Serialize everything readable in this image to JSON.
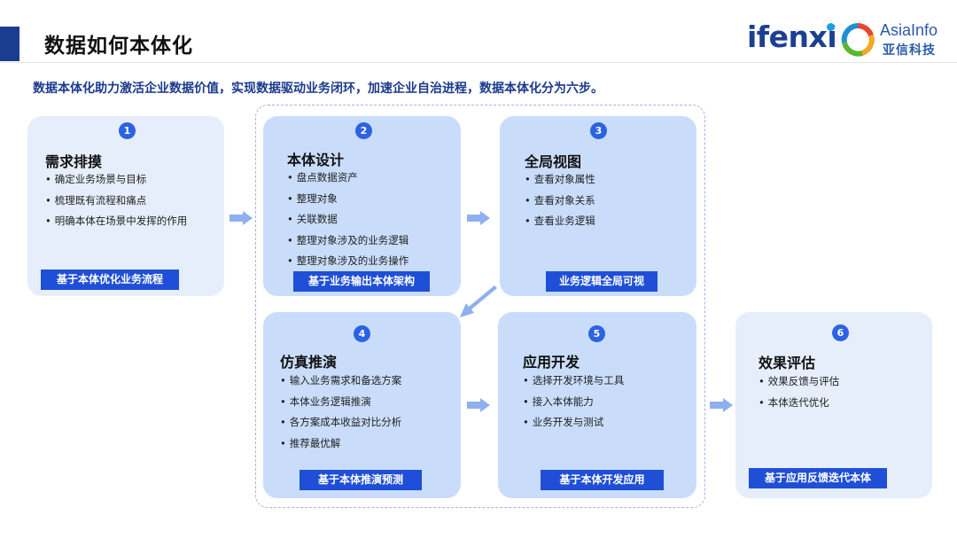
{
  "header": {
    "title": "数据如何本体化",
    "logos": {
      "ifenxi": "ifenxi",
      "asiainfo_en": "AsiaInfo",
      "asiainfo_cn": "亚信科技"
    }
  },
  "subtitle": "数据本体化助力激活企业数据价值，实现数据驱动业务闭环，加速企业自治进程，数据本体化分为六步。",
  "colors": {
    "accent": "#1f4fd6",
    "number_badge": "#2c62e4",
    "card_light": "#e5eefa",
    "card_mid": "#c9ddfb",
    "arrow": "#8fb0ee"
  },
  "steps": [
    {
      "num": "1",
      "title": "需求排摸",
      "items": [
        "确定业务场景与目标",
        "梳理既有流程和痛点",
        "明确本体在场景中发挥的作用"
      ],
      "tag": "基于本体优化业务流程"
    },
    {
      "num": "2",
      "title": "本体设计",
      "items": [
        "盘点数据资产",
        "整理对象",
        "关联数据",
        "整理对象涉及的业务逻辑",
        "整理对象涉及的业务操作"
      ],
      "tag": "基于业务输出本体架构"
    },
    {
      "num": "3",
      "title": "全局视图",
      "items": [
        "查看对象属性",
        "查看对象关系",
        "查看业务逻辑"
      ],
      "tag": "业务逻辑全局可视"
    },
    {
      "num": "4",
      "title": "仿真推演",
      "items": [
        "输入业务需求和备选方案",
        "本体业务逻辑推演",
        "各方案成本收益对比分析",
        "推荐最优解"
      ],
      "tag": "基于本体推演预测"
    },
    {
      "num": "5",
      "title": "应用开发",
      "items": [
        "选择开发环境与工具",
        "接入本体能力",
        "业务开发与测试"
      ],
      "tag": "基于本体开发应用"
    },
    {
      "num": "6",
      "title": "效果评估",
      "items": [
        "效果反馈与评估",
        "本体迭代优化"
      ],
      "tag": "基于应用反馈迭代本体"
    }
  ]
}
